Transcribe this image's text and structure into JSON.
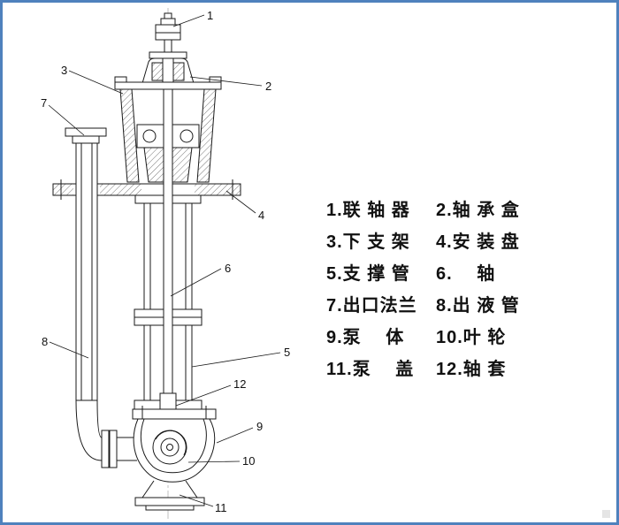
{
  "figure": {
    "type": "technical-sectional-diagram",
    "subject": "vertical submerged pump assembly drawing"
  },
  "colors": {
    "frame_border": "#4f81bd",
    "line": "#1a1a1a",
    "background": "#ffffff"
  },
  "callouts": [
    {
      "label": "1"
    },
    {
      "label": "2"
    },
    {
      "label": "3"
    },
    {
      "label": "4"
    },
    {
      "label": "5"
    },
    {
      "label": "6"
    },
    {
      "label": "7"
    },
    {
      "label": "8"
    },
    {
      "label": "9"
    },
    {
      "label": "10"
    },
    {
      "label": "11"
    },
    {
      "label": "12"
    }
  ],
  "legend": {
    "items": [
      "1.联 轴 器",
      "2.轴 承 盒",
      "3.下 支 架",
      "4.安 装 盘",
      "5.支 撑 管",
      "6.　 轴",
      "7.出口法兰",
      "8.出 液 管",
      "9.泵　 体",
      "10.叶 轮",
      "11.泵　 盖",
      "12.轴 套"
    ]
  }
}
